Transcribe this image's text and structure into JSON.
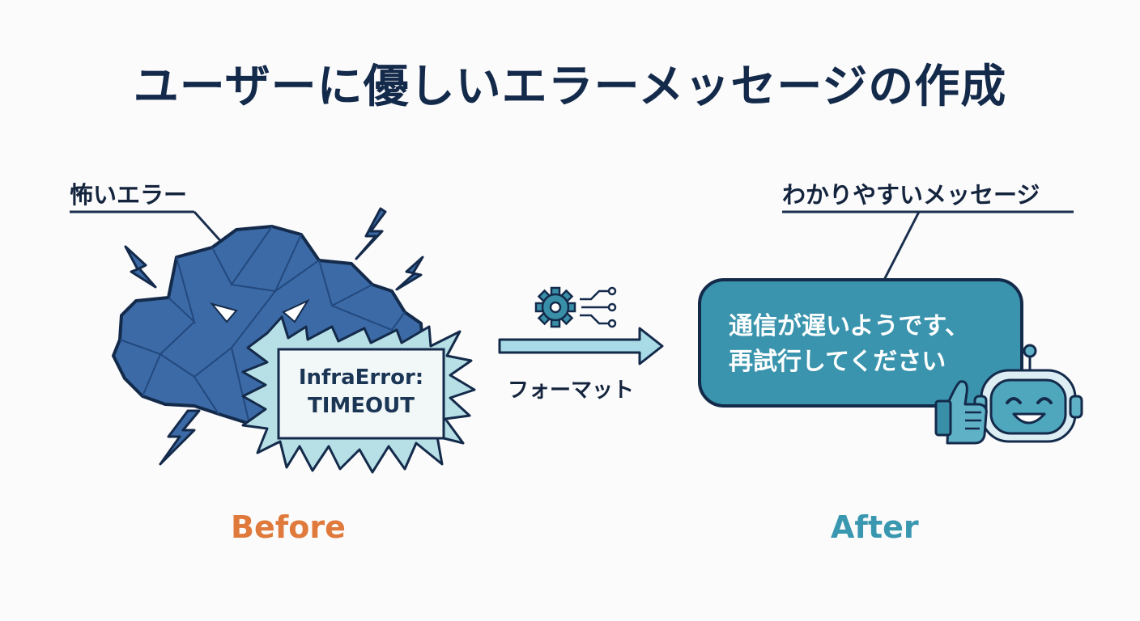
{
  "title": "ユーザーに優しいエラーメッセージの作成",
  "before": {
    "label": "怖いエラー",
    "error_text_line1": "InfraError:",
    "error_text_line2": "TIMEOUT",
    "tag": "Before"
  },
  "transform": {
    "label": "フォーマット"
  },
  "after": {
    "label": "わかりやすいメッセージ",
    "message_line1": "通信が遅いようです、",
    "message_line2": "再試行してください",
    "tag": "After"
  },
  "colors": {
    "title": "#142a4a",
    "monster": "#3b6aa6",
    "bubble": "#3a94ad",
    "before_accent": "#e07a3c",
    "after_accent": "#3a97b0",
    "arrow": "#a9dbe6"
  }
}
